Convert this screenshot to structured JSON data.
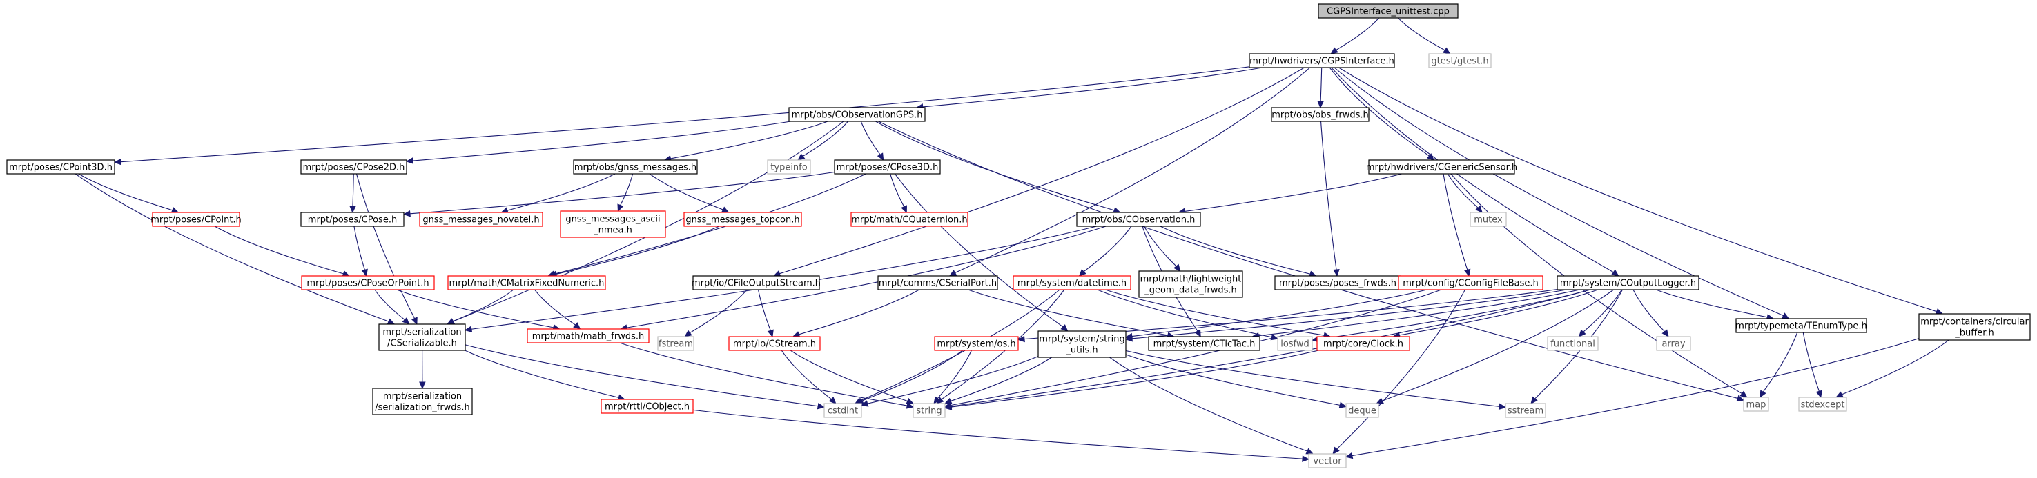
{
  "diagram": {
    "colors": {
      "edge": "#191970",
      "root_fill": "#bfbfbf",
      "normal_border": "#000000",
      "red_border": "#ff0000",
      "gray_border": "#bfbfbf"
    },
    "nodes": [
      {
        "id": "root",
        "lines": [
          "CGPSInterface_unittest.cpp"
        ],
        "style": "root"
      },
      {
        "id": "cgpsinterface",
        "lines": [
          "mrpt/hwdrivers/CGPSInterface.h"
        ],
        "style": "normal"
      },
      {
        "id": "gtest",
        "lines": [
          "gtest/gtest.h"
        ],
        "style": "gray"
      },
      {
        "id": "cobsgps",
        "lines": [
          "mrpt/obs/CObservationGPS.h"
        ],
        "style": "normal"
      },
      {
        "id": "obsfrwds",
        "lines": [
          "mrpt/obs/obs_frwds.h"
        ],
        "style": "normal"
      },
      {
        "id": "cgenericsensor",
        "lines": [
          "mrpt/hwdrivers/CGenericSensor.h"
        ],
        "style": "normal"
      },
      {
        "id": "cpoint3d",
        "lines": [
          "mrpt/poses/CPoint3D.h"
        ],
        "style": "normal"
      },
      {
        "id": "cpose2d",
        "lines": [
          "mrpt/poses/CPose2D.h"
        ],
        "style": "normal"
      },
      {
        "id": "gnssmsgs",
        "lines": [
          "mrpt/obs/gnss_messages.h"
        ],
        "style": "normal"
      },
      {
        "id": "typeinfo",
        "lines": [
          "typeinfo"
        ],
        "style": "gray"
      },
      {
        "id": "cpose3d",
        "lines": [
          "mrpt/poses/CPose3D.h"
        ],
        "style": "normal"
      },
      {
        "id": "cpoint",
        "lines": [
          "mrpt/poses/CPoint.h"
        ],
        "style": "red"
      },
      {
        "id": "cpose",
        "lines": [
          "mrpt/poses/CPose.h"
        ],
        "style": "normal"
      },
      {
        "id": "novatel",
        "lines": [
          "gnss_messages_novatel.h"
        ],
        "style": "red"
      },
      {
        "id": "asciinmea",
        "lines": [
          "gnss_messages_ascii",
          "_nmea.h"
        ],
        "style": "red"
      },
      {
        "id": "topcon",
        "lines": [
          "gnss_messages_topcon.h"
        ],
        "style": "red"
      },
      {
        "id": "cquaternion",
        "lines": [
          "mrpt/math/CQuaternion.h"
        ],
        "style": "red"
      },
      {
        "id": "cobservation",
        "lines": [
          "mrpt/obs/CObservation.h"
        ],
        "style": "normal"
      },
      {
        "id": "mutex",
        "lines": [
          "mutex"
        ],
        "style": "gray"
      },
      {
        "id": "cposeorpoint",
        "lines": [
          "mrpt/poses/CPoseOrPoint.h"
        ],
        "style": "red"
      },
      {
        "id": "cmatrixfixed",
        "lines": [
          "mrpt/math/CMatrixFixedNumeric.h"
        ],
        "style": "red"
      },
      {
        "id": "cfileoutput",
        "lines": [
          "mrpt/io/CFileOutputStream.h"
        ],
        "style": "normal"
      },
      {
        "id": "cserialport",
        "lines": [
          "mrpt/comms/CSerialPort.h"
        ],
        "style": "normal"
      },
      {
        "id": "datetime",
        "lines": [
          "mrpt/system/datetime.h"
        ],
        "style": "red"
      },
      {
        "id": "lightweight",
        "lines": [
          "mrpt/math/lightweight",
          "_geom_data_frwds.h"
        ],
        "style": "normal"
      },
      {
        "id": "posesfrwds",
        "lines": [
          "mrpt/poses/poses_frwds.h"
        ],
        "style": "normal"
      },
      {
        "id": "cconfigfilebase",
        "lines": [
          "mrpt/config/CConfigFileBase.h"
        ],
        "style": "red"
      },
      {
        "id": "coutputlogger",
        "lines": [
          "mrpt/system/COutputLogger.h"
        ],
        "style": "normal"
      },
      {
        "id": "tenumtype",
        "lines": [
          "mrpt/typemeta/TEnumType.h"
        ],
        "style": "normal"
      },
      {
        "id": "circular",
        "lines": [
          "mrpt/containers/circular",
          "_buffer.h"
        ],
        "style": "normal"
      },
      {
        "id": "cserializable",
        "lines": [
          "mrpt/serialization",
          "/CSerializable.h"
        ],
        "style": "normal"
      },
      {
        "id": "mathfrwds",
        "lines": [
          "mrpt/math/math_frwds.h"
        ],
        "style": "red"
      },
      {
        "id": "fstream",
        "lines": [
          "fstream"
        ],
        "style": "gray"
      },
      {
        "id": "cstream",
        "lines": [
          "mrpt/io/CStream.h"
        ],
        "style": "red"
      },
      {
        "id": "os",
        "lines": [
          "mrpt/system/os.h"
        ],
        "style": "red"
      },
      {
        "id": "stringutils",
        "lines": [
          "mrpt/system/string",
          "_utils.h"
        ],
        "style": "normal"
      },
      {
        "id": "ctictac",
        "lines": [
          "mrpt/system/CTicTac.h"
        ],
        "style": "normal"
      },
      {
        "id": "iosfwd",
        "lines": [
          "iosfwd"
        ],
        "style": "gray"
      },
      {
        "id": "clock",
        "lines": [
          "mrpt/core/Clock.h"
        ],
        "style": "red"
      },
      {
        "id": "functional",
        "lines": [
          "functional"
        ],
        "style": "gray"
      },
      {
        "id": "array",
        "lines": [
          "array"
        ],
        "style": "gray"
      },
      {
        "id": "map",
        "lines": [
          "map"
        ],
        "style": "gray"
      },
      {
        "id": "stdexcept",
        "lines": [
          "stdexcept"
        ],
        "style": "gray"
      },
      {
        "id": "serfrwds",
        "lines": [
          "mrpt/serialization",
          "/serialization_frwds.h"
        ],
        "style": "normal"
      },
      {
        "id": "cobject",
        "lines": [
          "mrpt/rtti/CObject.h"
        ],
        "style": "red"
      },
      {
        "id": "cstdint",
        "lines": [
          "cstdint"
        ],
        "style": "gray"
      },
      {
        "id": "string",
        "lines": [
          "string"
        ],
        "style": "gray"
      },
      {
        "id": "deque",
        "lines": [
          "deque"
        ],
        "style": "gray"
      },
      {
        "id": "sstream",
        "lines": [
          "sstream"
        ],
        "style": "gray"
      },
      {
        "id": "vector",
        "lines": [
          "vector"
        ],
        "style": "gray"
      }
    ],
    "edges": [
      [
        "root",
        "cgpsinterface"
      ],
      [
        "root",
        "gtest"
      ],
      [
        "cgpsinterface",
        "cobsgps"
      ],
      [
        "cgpsinterface",
        "obsfrwds"
      ],
      [
        "cgpsinterface",
        "cgenericsensor"
      ],
      [
        "cgpsinterface",
        "cpoint3d"
      ],
      [
        "cgpsinterface",
        "coutputlogger"
      ],
      [
        "cgpsinterface",
        "tenumtype"
      ],
      [
        "cgpsinterface",
        "circular"
      ],
      [
        "cgpsinterface",
        "cserialport"
      ],
      [
        "cgpsinterface",
        "cfileoutput"
      ],
      [
        "cobsgps",
        "cpose2d"
      ],
      [
        "cobsgps",
        "gnssmsgs"
      ],
      [
        "cobsgps",
        "typeinfo"
      ],
      [
        "cobsgps",
        "cpose3d"
      ],
      [
        "cobsgps",
        "cobservation"
      ],
      [
        "cobsgps",
        "cserializable"
      ],
      [
        "cobsgps",
        "map"
      ],
      [
        "obsfrwds",
        "posesfrwds"
      ],
      [
        "cgenericsensor",
        "cobservation"
      ],
      [
        "cgenericsensor",
        "mutex"
      ],
      [
        "cgenericsensor",
        "cconfigfilebase"
      ],
      [
        "cgenericsensor",
        "map"
      ],
      [
        "cpoint3d",
        "cpoint"
      ],
      [
        "cpoint3d",
        "cserializable"
      ],
      [
        "cpose2d",
        "cpose"
      ],
      [
        "cpose2d",
        "cserializable"
      ],
      [
        "gnssmsgs",
        "novatel"
      ],
      [
        "gnssmsgs",
        "asciinmea"
      ],
      [
        "gnssmsgs",
        "topcon"
      ],
      [
        "cpose3d",
        "cpose"
      ],
      [
        "cpose3d",
        "cquaternion"
      ],
      [
        "cpose3d",
        "cmatrixfixed"
      ],
      [
        "cpose3d",
        "stringutils"
      ],
      [
        "cpoint",
        "cposeorpoint"
      ],
      [
        "cpose",
        "cposeorpoint"
      ],
      [
        "topcon",
        "cmatrixfixed"
      ],
      [
        "cobservation",
        "cserializable"
      ],
      [
        "cobservation",
        "datetime"
      ],
      [
        "cobservation",
        "lightweight"
      ],
      [
        "cobservation",
        "posesfrwds"
      ],
      [
        "cobservation",
        "mathfrwds"
      ],
      [
        "cobservation",
        "ctictac"
      ],
      [
        "cposeorpoint",
        "cserializable"
      ],
      [
        "cposeorpoint",
        "mathfrwds"
      ],
      [
        "cmatrixfixed",
        "cserializable"
      ],
      [
        "cmatrixfixed",
        "mathfrwds"
      ],
      [
        "cfileoutput",
        "fstream"
      ],
      [
        "cfileoutput",
        "cstream"
      ],
      [
        "cserialport",
        "cstream"
      ],
      [
        "cserialport",
        "ctictac"
      ],
      [
        "datetime",
        "cstdint"
      ],
      [
        "datetime",
        "string"
      ],
      [
        "datetime",
        "iosfwd"
      ],
      [
        "datetime",
        "clock"
      ],
      [
        "cconfigfilebase",
        "string"
      ],
      [
        "cconfigfilebase",
        "vector"
      ],
      [
        "cconfigfilebase",
        "stringutils"
      ],
      [
        "coutputlogger",
        "os"
      ],
      [
        "coutputlogger",
        "stringutils"
      ],
      [
        "coutputlogger",
        "ctictac"
      ],
      [
        "coutputlogger",
        "iosfwd"
      ],
      [
        "coutputlogger",
        "clock"
      ],
      [
        "coutputlogger",
        "functional"
      ],
      [
        "coutputlogger",
        "array"
      ],
      [
        "coutputlogger",
        "tenumtype"
      ],
      [
        "coutputlogger",
        "string"
      ],
      [
        "coutputlogger",
        "deque"
      ],
      [
        "coutputlogger",
        "sstream"
      ],
      [
        "tenumtype",
        "map"
      ],
      [
        "tenumtype",
        "stdexcept"
      ],
      [
        "circular",
        "stdexcept"
      ],
      [
        "circular",
        "vector"
      ],
      [
        "cserializable",
        "serfrwds"
      ],
      [
        "cserializable",
        "cobject"
      ],
      [
        "cserializable",
        "cstdint"
      ],
      [
        "mathfrwds",
        "string"
      ],
      [
        "cstream",
        "cstdint"
      ],
      [
        "cstream",
        "string"
      ],
      [
        "os",
        "cstdint"
      ],
      [
        "os",
        "string"
      ],
      [
        "stringutils",
        "cstdint"
      ],
      [
        "stringutils",
        "string"
      ],
      [
        "stringutils",
        "deque"
      ],
      [
        "stringutils",
        "sstream"
      ],
      [
        "stringutils",
        "vector"
      ],
      [
        "clock",
        "string"
      ],
      [
        "cobject",
        "vector"
      ]
    ]
  }
}
